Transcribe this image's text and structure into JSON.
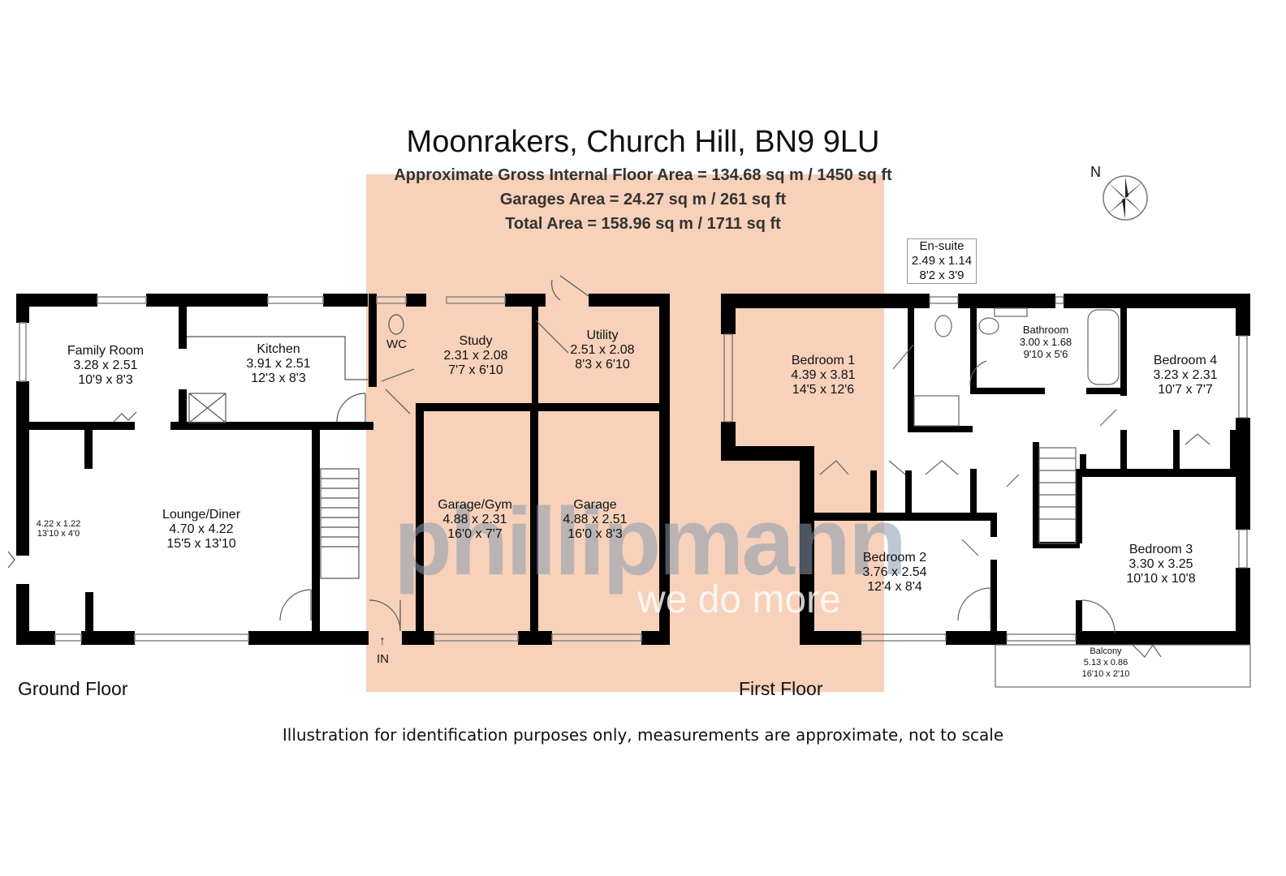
{
  "title": "Moonrakers, Church Hill, BN9 9LU",
  "areas": {
    "gross": "Approximate Gross Internal Floor Area = 134.68 sq m / 1450 sq ft",
    "garages": "Garages Area = 24.27 sq m / 261 sq ft",
    "total": "Total Area = 158.96 sq m / 1711 sq ft"
  },
  "compass": {
    "label": "N",
    "icon": "compass-rose-icon"
  },
  "floors": {
    "ground": "Ground Floor",
    "first": "First Floor"
  },
  "entrance": "IN",
  "watermark": {
    "brand": "phillipmann",
    "slogan": "we do more"
  },
  "disclaimer": "Illustration for identification purposes only, measurements are approximate, not to scale",
  "colors": {
    "highlight": "#f6c9ae",
    "wall": "#000000",
    "watermark": "#8a9bb0"
  },
  "rooms": {
    "family_room": {
      "name": "Family Room",
      "metric": "3.28 x 2.51",
      "imperial": "10'9 x 8'3"
    },
    "kitchen": {
      "name": "Kitchen",
      "metric": "3.91 x 2.51",
      "imperial": "12'3 x 8'3"
    },
    "wc": {
      "name": "WC"
    },
    "study": {
      "name": "Study",
      "metric": "2.31 x 2.08",
      "imperial": "7'7 x 6'10"
    },
    "utility": {
      "name": "Utility",
      "metric": "2.51 x 2.08",
      "imperial": "8'3 x 6'10"
    },
    "lounge": {
      "name": "Lounge/Diner",
      "metric": "4.70 x 4.22",
      "imperial": "15'5 x 13'10"
    },
    "conservatory": {
      "metric": "4.22 x 1.22",
      "imperial": "13'10 x 4'0"
    },
    "garage_gym": {
      "name": "Garage/Gym",
      "metric": "4.88 x 2.31",
      "imperial": "16'0 x 7'7"
    },
    "garage": {
      "name": "Garage",
      "metric": "4.88 x 2.51",
      "imperial": "16'0 x 8'3"
    },
    "en_suite": {
      "name": "En-suite",
      "metric": "2.49 x 1.14",
      "imperial": "8'2 x 3'9"
    },
    "bedroom1": {
      "name": "Bedroom 1",
      "metric": "4.39 x 3.81",
      "imperial": "14'5 x 12'6"
    },
    "bathroom": {
      "name": "Bathroom",
      "metric": "3.00 x 1.68",
      "imperial": "9'10 x 5'6"
    },
    "bedroom4": {
      "name": "Bedroom 4",
      "metric": "3.23 x 2.31",
      "imperial": "10'7 x 7'7"
    },
    "bedroom2": {
      "name": "Bedroom 2",
      "metric": "3.76 x 2.54",
      "imperial": "12'4 x 8'4"
    },
    "bedroom3": {
      "name": "Bedroom 3",
      "metric": "3.30 x 3.25",
      "imperial": "10'10 x 10'8"
    },
    "balcony": {
      "name": "Balcony",
      "metric": "5.13 x 0.86",
      "imperial": "16'10 x 2'10"
    }
  }
}
